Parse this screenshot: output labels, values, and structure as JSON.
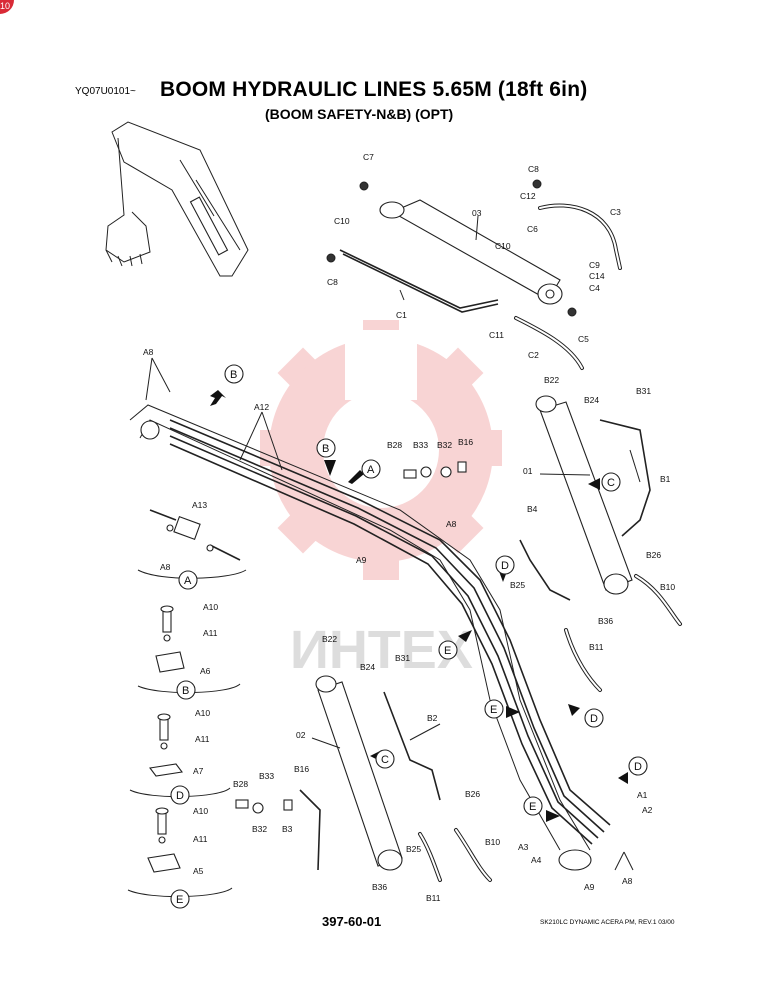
{
  "header": {
    "code": "YQ07U0101~",
    "title": "BOOM  HYDRAULIC LINES 5.65M (18ft 6in)",
    "subtitle": "(BOOM SAFETY-N&B) (OPT)"
  },
  "footer": {
    "page_number": "397-60-01",
    "model_rev": "SK210LC DYNAMIC ACERA PM, REV.1 03/00"
  },
  "badge": {
    "text": "10"
  },
  "watermark": {
    "text": "ИНТЕХ",
    "color": "#f4a9a9"
  },
  "parts": {
    "C7": "C7",
    "C8a": "C8",
    "C12": "C12",
    "C3": "C3",
    "C6": "C6",
    "C10a": "C10",
    "C9": "C9",
    "C14": "C14",
    "C4": "C4",
    "O3": "03",
    "C10b": "C10",
    "C8b": "C8",
    "C1": "C1",
    "C11": "C11",
    "C2": "C2",
    "C5": "C5",
    "A8a": "A8",
    "A12": "A12",
    "B22a": "B22",
    "B24a": "B24",
    "B31a": "B31",
    "B28a": "B28",
    "B33a": "B33",
    "B32a": "B32",
    "B16a": "B16",
    "O1": "01",
    "B1": "B1",
    "B4": "B4",
    "A8b": "A8",
    "A9a": "A9",
    "B25a": "B25",
    "B26a": "B26",
    "B10a": "B10",
    "B36a": "B36",
    "B11a": "B11",
    "A13": "A13",
    "A8c": "A8",
    "A10a": "A10",
    "A11a": "A11",
    "A6": "A6",
    "A10b": "A10",
    "A11b": "A11",
    "A7": "A7",
    "A10c": "A10",
    "A11c": "A11",
    "A5": "A5",
    "B22b": "B22",
    "B24b": "B24",
    "B31b": "B31",
    "B2": "B2",
    "O2": "02",
    "B28b": "B28",
    "B33b": "B33",
    "B32b": "B32",
    "B16b": "B16",
    "B3": "B3",
    "B26b": "B26",
    "B25b": "B25",
    "B10b": "B10",
    "B36b": "B36",
    "B11b": "B11",
    "A1": "A1",
    "A2": "A2",
    "A3": "A3",
    "A4": "A4",
    "A9b": "A9",
    "A8d": "A8"
  },
  "views": {
    "A": "A",
    "B": "B",
    "C": "C",
    "D": "D",
    "E": "E"
  }
}
